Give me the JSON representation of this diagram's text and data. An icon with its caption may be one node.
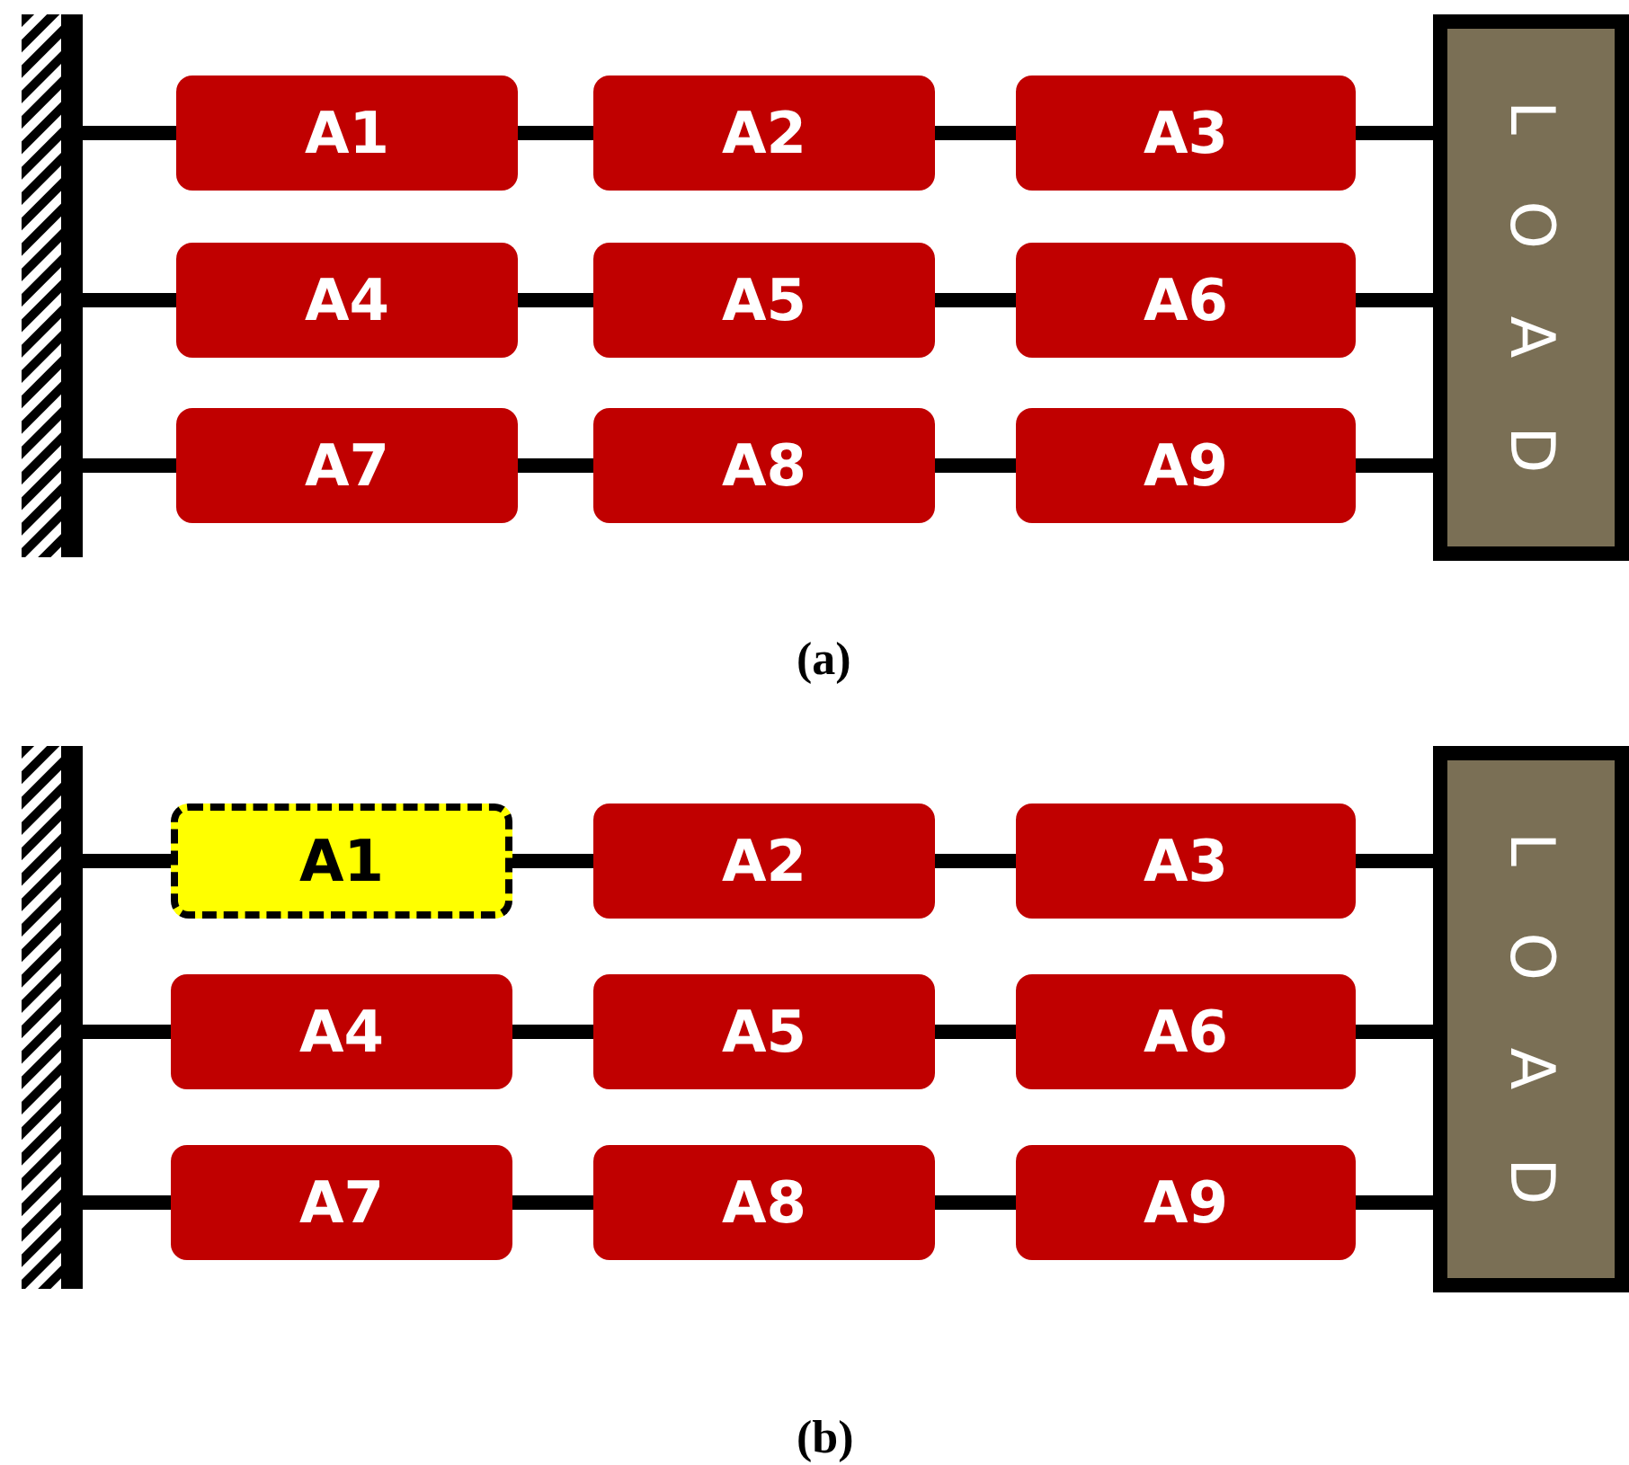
{
  "diagram": {
    "nodes": [
      {
        "text": [],
        "shape": "bar"
      },
      {
        "text": [
          "A1"
        ]
      },
      {
        "text": [
          "A2"
        ]
      },
      {
        "text": [
          "A3"
        ]
      },
      {
        "text": [
          "A4"
        ]
      },
      {
        "text": [
          "A5"
        ]
      },
      {
        "text": [
          "A6"
        ]
      },
      {
        "text": [
          "A7"
        ]
      },
      {
        "text": [
          "A8"
        ]
      },
      {
        "text": [
          "A9"
        ]
      },
      {
        "text": [
          "LOAD"
        ]
      },
      {
        "text": [],
        "shape": "bar"
      },
      {
        "text": [
          "A1"
        ]
      },
      {
        "text": [
          "A2"
        ]
      },
      {
        "text": [
          "A3"
        ]
      },
      {
        "text": [
          "A4"
        ]
      },
      {
        "text": [
          "A5"
        ]
      },
      {
        "text": [
          "A6"
        ]
      },
      {
        "text": [
          "A7"
        ]
      },
      {
        "text": [
          "A8"
        ]
      },
      {
        "text": [
          "A9"
        ]
      },
      {
        "text": [
          "LOAD"
        ]
      }
    ],
    "edges": [
      {
        "from": 0,
        "to": 1,
        "arrow": "none"
      },
      {
        "from": 1,
        "to": 2,
        "arrow": "none"
      },
      {
        "from": 2,
        "to": 3,
        "arrow": "none"
      },
      {
        "from": 3,
        "to": 10,
        "arrow": "none"
      },
      {
        "from": 0,
        "to": 4,
        "arrow": "none"
      },
      {
        "from": 4,
        "to": 5,
        "arrow": "none"
      },
      {
        "from": 5,
        "to": 6,
        "arrow": "none"
      },
      {
        "from": 6,
        "to": 10,
        "arrow": "none"
      },
      {
        "from": 0,
        "to": 7,
        "arrow": "none"
      },
      {
        "from": 7,
        "to": 8,
        "arrow": "none"
      },
      {
        "from": 8,
        "to": 9,
        "arrow": "none"
      },
      {
        "from": 9,
        "to": 10,
        "arrow": "none"
      },
      {
        "from": 11,
        "to": 12,
        "arrow": "none"
      },
      {
        "from": 12,
        "to": 13,
        "arrow": "none"
      },
      {
        "from": 13,
        "to": 14,
        "arrow": "none"
      },
      {
        "from": 14,
        "to": 21,
        "arrow": "none"
      },
      {
        "from": 11,
        "to": 15,
        "arrow": "none"
      },
      {
        "from": 15,
        "to": 16,
        "arrow": "none"
      },
      {
        "from": 16,
        "to": 17,
        "arrow": "none"
      },
      {
        "from": 17,
        "to": 21,
        "arrow": "none"
      },
      {
        "from": 11,
        "to": 18,
        "arrow": "none"
      },
      {
        "from": 18,
        "to": 19,
        "arrow": "none"
      },
      {
        "from": 19,
        "to": 20,
        "arrow": "none"
      },
      {
        "from": 20,
        "to": 21,
        "arrow": "none"
      }
    ],
    "labels": [
      "(a)",
      "(b)"
    ]
  }
}
